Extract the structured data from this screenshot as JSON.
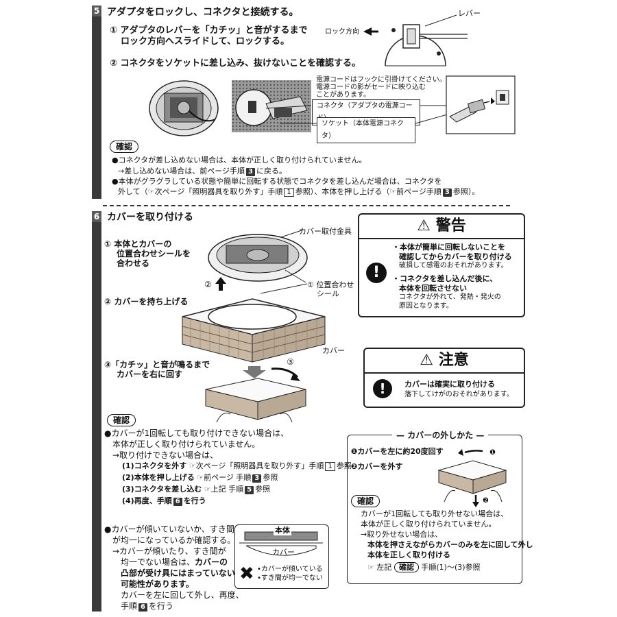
{
  "step5": {
    "number": "5",
    "title": "アダプタをロックし、コネクタと接続する。",
    "item1_line1": "① アダプタのレバーを「カチッ」と音がするまで",
    "item1_line2": "ロック方向へスライドして、ロックする。",
    "lever_label": "レバー",
    "lock_direction_label": "ロック方向",
    "item2": "② コネクタをソケットに差し込み、抜けないことを確認する。",
    "cord_note_line1": "電源コードはフックに引掛けてください。",
    "cord_note_line2": "電源コードの影がセードに映り込む",
    "cord_note_line3": "ことがあります。",
    "connector_label": "コネクタ（アダプタの電源コード）",
    "socket_label": "ソケット（本体電源コネクタ）",
    "confirm_label": "確認",
    "confirm_line1": "●コネクタが差し込めない場合は、本体が正しく取り付けられていません。",
    "confirm_line2_pre": "→差し込めない場合は、前ページ手順",
    "confirm_line2_num": "3",
    "confirm_line2_post": "に戻る。",
    "confirm_line3": "●本体がグラグラしている状態や簡単に回転する状態でコネクタを差し込んだ場合は、コネクタを",
    "confirm_line4_a": "外して（",
    "confirm_line4_ref1": "次ページ「照明器具を取り外す」手順",
    "confirm_line4_num1": "1",
    "confirm_line4_b": "参照）、本体を押し上げる（",
    "confirm_line4_ref2": "前ページ手順",
    "confirm_line4_num2": "3",
    "confirm_line4_c": "参照）。"
  },
  "step6": {
    "number": "6",
    "title": "カバーを取り付ける",
    "item1_line1": "① 本体とカバーの",
    "item1_line2": "位置合わせシールを",
    "item1_line3": "合わせる",
    "cover_bracket_label": "カバー取付金具",
    "arrow2_label": "②",
    "seal_label_line1": "① 位置合わせ",
    "seal_label_line2": "シール",
    "item2": "② カバーを持ち上げる",
    "cover_label": "カバー",
    "item3_line1": "③「カチッ」と音が鳴るまで",
    "item3_line2": "カバーを右に回す",
    "arrow3_label": "③",
    "confirm_label": "確認",
    "confirm_line1": "●カバーが1回転しても取り付けできない場合は、",
    "confirm_line2": "本体が正しく取り付けられていません。",
    "confirm_line3": "→取り付けできない場合は、",
    "list1_bold": "(1)コネクタを外す",
    "list1_ref": "次ページ「照明器具を取り外す」手順",
    "list1_num": "1",
    "list1_post": "参照",
    "list2_bold": "(2)本体を押し上げる",
    "list2_ref": "前ページ 手順",
    "list2_num": "3",
    "list2_post": "参照",
    "list3_bold": "(3)コネクタを差し込む",
    "list3_ref": "上記 手順",
    "list3_num": "5",
    "list3_post": "参照",
    "list4_pre": "(4)再度、手順",
    "list4_num": "6",
    "list4_post": "を行う",
    "tilt_line1": "●カバーが傾いていないか、すき間",
    "tilt_line2": "が均一になっているか確認する。",
    "tilt_line3": "→カバーが傾いたり、すき間が",
    "tilt_line4_pre": "均一でない場合は、",
    "tilt_line4_bold": "カバーの",
    "tilt_line5": "凸部が受け具にはまっていない",
    "tilt_line6": "可能性があります。",
    "tilt_line7": "カバーを左に回して外し、再度、",
    "tilt_line8_pre": "手順",
    "tilt_line8_num": "6",
    "tilt_line8_post": "を行う",
    "diagram_body_label": "本体",
    "diagram_cover_label": "カバー",
    "diagram_ng1": "•カバーが傾いている",
    "diagram_ng2": "•すき間が均一でない"
  },
  "warning": {
    "title": "警告",
    "item1_line1": "・本体が簡単に回転しないことを",
    "item1_line2": "確認してからカバーを取り付ける",
    "item1_line3": "破損して感電のおそれがあります。",
    "item2_line1": "・コネクタを差し込んだ後に、",
    "item2_line2": "本体を回転させない",
    "item2_line3": "コネクタが外れて、発熱・発火の",
    "item2_line4": "原因となります。"
  },
  "caution": {
    "title": "注意",
    "line1": "カバーは確実に取り付ける",
    "line2": "落下してけがのおそれがあります。"
  },
  "removal": {
    "title": "カバーの外しかた",
    "step1": "❶カバーを左に約20度回す",
    "step2": "❷カバーを外す",
    "arrow1": "❶",
    "arrow2": "❷",
    "confirm_label": "確認",
    "line1": "カバーが1回転しても取り外せない場合は、",
    "line2": "本体が正しく取り付けられていません。",
    "line3": "→取り外せない場合は、",
    "line4": "本体を押さえながらカバーのみを左に回して外し",
    "line5": "本体を正しく取り付ける",
    "ref_pre": "左記",
    "ref_confirm": "確認",
    "ref_post": "手順(1)〜(3)参照"
  }
}
